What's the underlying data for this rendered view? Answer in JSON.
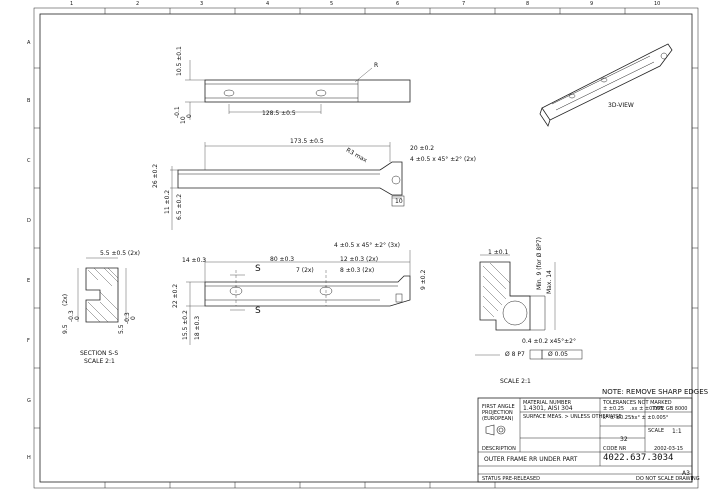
{
  "grid": {
    "cols": [
      "1",
      "2",
      "3",
      "4",
      "5",
      "6",
      "7",
      "8",
      "9",
      "10"
    ],
    "rows": [
      "A",
      "B",
      "C",
      "D",
      "E",
      "F",
      "G",
      "H"
    ]
  },
  "view_top": {
    "r_label": "R",
    "dim_thickness": "10.5 ±0.1",
    "dim_left_a": "10",
    "dim_left_b": "-0.1",
    "dim_left_c": "0",
    "dim_length": "128.5 ±0.5"
  },
  "view_side": {
    "dim_overall": "173.5 ±0.5",
    "dim_20": "20 ±0.2",
    "dim_chamfer": "4 ±0.5 x 45° ±2° (2x)",
    "dim_r": "R3 max",
    "dim_26": "26 ±0.2",
    "dim_11": "11 ±0.2",
    "dim_65": "6.5 ±0.2",
    "dim_10": "10"
  },
  "view_main": {
    "dim_chamfer": "4 ±0.5 x 45° ±2° (3x)",
    "dim_14": "14 ±0.3",
    "dim_80": "80 ±0.3",
    "dim_12": "12 ±0.3 (2x)",
    "dim_7": "7 (2x)",
    "dim_8": "8 ±0.3 (2x)",
    "dim_9": "9 ±0.2",
    "dim_22": "22 ±0.2",
    "dim_155": "15.5 ±0.2",
    "dim_18": "18 ±0.3",
    "s_top": "S",
    "s_bottom": "S"
  },
  "section": {
    "dim_55": "5.5 ±0.5 (2x)",
    "dim_95": "9.5",
    "dim_03a": "-0.3",
    "dim_0a": "0",
    "dim_2x": "(2x)",
    "dim_55b": "5.5",
    "dim_03b": "-0.3",
    "dim_0b": "0",
    "label": "SECTION S-S",
    "scale": "SCALE 2:1"
  },
  "detail": {
    "dim_1": "1 ±0.1",
    "dim_max9": "Min. 9 (for Ø 8P7)",
    "dim_max14": "Max. 14",
    "dim_chamfer": "0.4 ±0.2 x45°±2°",
    "dim_bore": "Ø 8 P7",
    "tol_value": "Ø 0.05",
    "scale": "SCALE 2:1"
  },
  "iso_label": "3D-VIEW",
  "note": "NOTE: REMOVE SHARP EDGES",
  "title_block": {
    "projection": [
      "FIRST ANGLE",
      "PROJECTION",
      "(EUROPEAN)"
    ],
    "material_hdr": "MATERIAL NUMBER",
    "material": "1.4301, AISI 304",
    "finish": "SURFACE MEAS. > UNLESS OTHERWISE",
    "tol_hdr": "TOLERANCES NOT MARKED",
    "tol_1": "± ±0.25",
    "tol_2": ".xx ± ±0.005",
    "tol_3": "x° ± ±0.25°",
    "tol_4": ".xx° ± ±0.005°",
    "general_tol": "TYPE GB 8000",
    "scale_label": "SCALE",
    "scale_value": "1:1",
    "sheet_mark": "A3",
    "desc_hdr": "DESCRIPTION",
    "description": "OUTER FRAME RR UNDER PART",
    "number_hdr": "CODE NR",
    "part_number": "4022.637.3034",
    "date": "2002-03-15",
    "status": "STATUS PRE-RELEASED",
    "footer": "DO NOT SCALE DRAWING",
    "rev": "32"
  }
}
